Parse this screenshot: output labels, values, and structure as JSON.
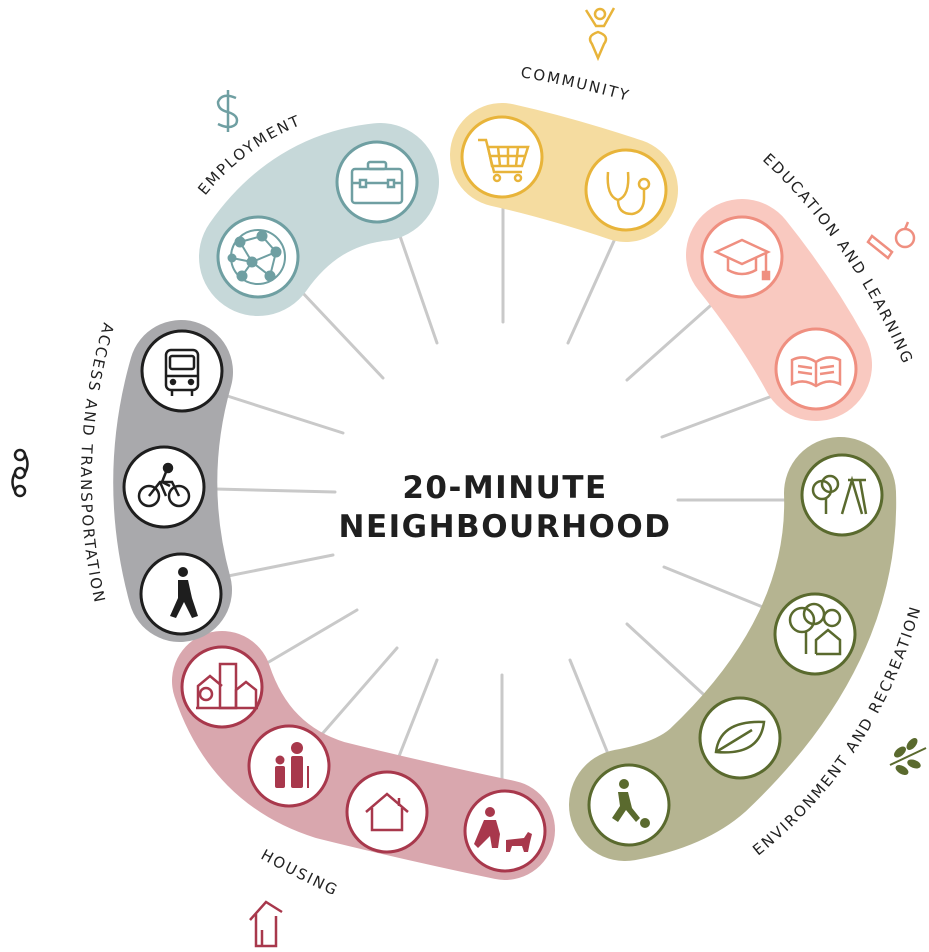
{
  "title": {
    "line1": "20-MINUTE",
    "line2": "NEIGHBOURHOOD"
  },
  "categories": [
    {
      "key": "employment",
      "label": "EMPLOYMENT",
      "color": "#6f9fa2",
      "band": "#c6d8d9",
      "symbol": "dollar-icon",
      "icons": [
        "network-icon",
        "briefcase-icon"
      ]
    },
    {
      "key": "community",
      "label": "COMMUNITY",
      "color": "#e8b43a",
      "band": "#f5dca0",
      "symbol": "cheering-person-icon",
      "icons": [
        "shopping-cart-icon",
        "stethoscope-icon"
      ]
    },
    {
      "key": "education",
      "label": "EDUCATION AND LEARNING",
      "color": "#ef8f80",
      "band": "#f9c9c0",
      "symbol": "apple-pencil-icon",
      "icons": [
        "graduation-cap-icon",
        "open-book-icon"
      ]
    },
    {
      "key": "environment",
      "label": "ENVIRONMENT AND RECREATION",
      "color": "#5a6a2e",
      "band": "#b5b491",
      "symbol": "leaf-branch-icon",
      "icons": [
        "playground-icon",
        "trees-house-icon",
        "leaf-icon",
        "soccer-player-icon"
      ]
    },
    {
      "key": "housing",
      "label": "HOUSING",
      "color": "#a8384c",
      "band": "#d9a7ae",
      "symbol": "house-outline-icon",
      "icons": [
        "buildings-icon",
        "family-icon",
        "house-icon",
        "person-dog-icon"
      ]
    },
    {
      "key": "access",
      "label": "ACCESS AND TRANSPORTATION",
      "color": "#1e1e1e",
      "band": "#a9a9ac",
      "symbol": "route-icon",
      "icons": [
        "bus-icon",
        "bicycle-icon",
        "pedestrian-icon"
      ]
    }
  ],
  "colors": {
    "spoke": "#c9c9c9",
    "background": "#ffffff"
  }
}
